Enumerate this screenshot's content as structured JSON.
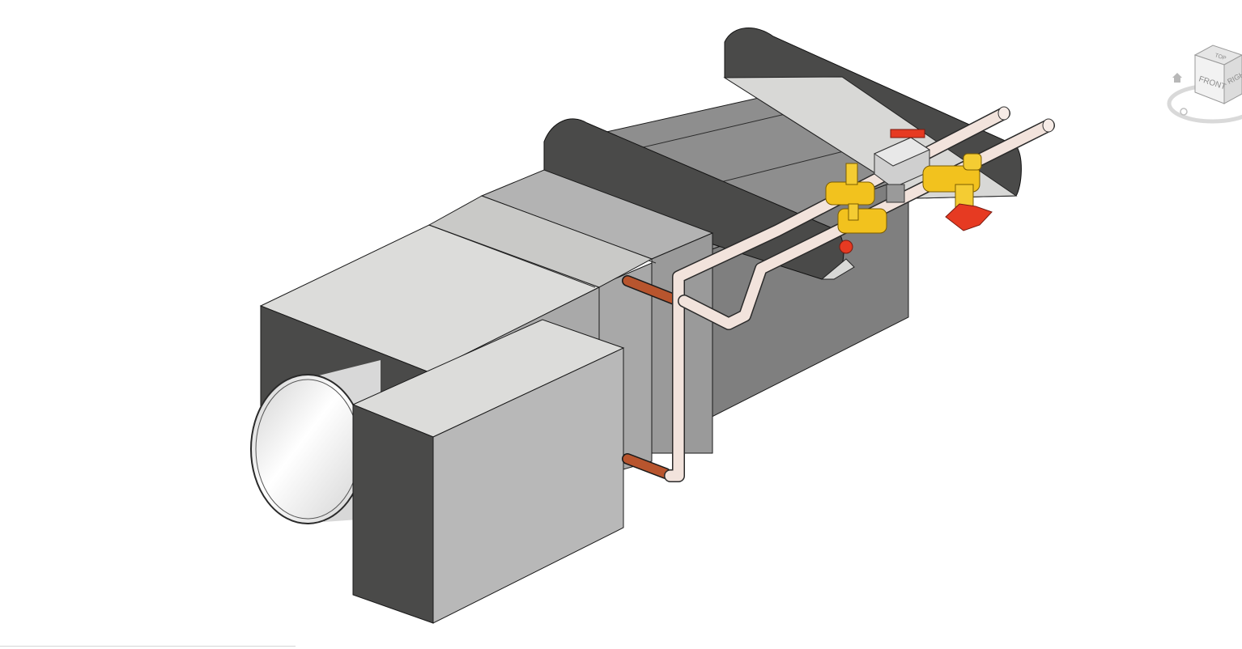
{
  "app": {
    "view": "3D",
    "background_color": "#ffffff"
  },
  "viewcube": {
    "faces": {
      "top": "TOP",
      "front": "FRONT",
      "right": "RIGH"
    },
    "icons": [
      "viewcube-icon",
      "home-icon",
      "compass-ring-icon"
    ]
  },
  "model": {
    "components": [
      "supply-air-duct-spigot",
      "terminal-unit-box",
      "control-box",
      "coil-section",
      "mounting-bracket-left",
      "mounting-bracket-right",
      "pipe-flow",
      "pipe-return",
      "balancing-valve",
      "control-valve-actuator",
      "strainer-valve",
      "copper-coil-connection-top",
      "copper-coil-connection-bottom"
    ],
    "colors": {
      "pipe": "#f2e3dc",
      "copper": "#b8552e",
      "brass": "#f2c21e",
      "handle": "#e63a22",
      "bracket": "#4a4a49",
      "box_top": "#dcdcda",
      "box_side": "#8c8c8c"
    }
  }
}
